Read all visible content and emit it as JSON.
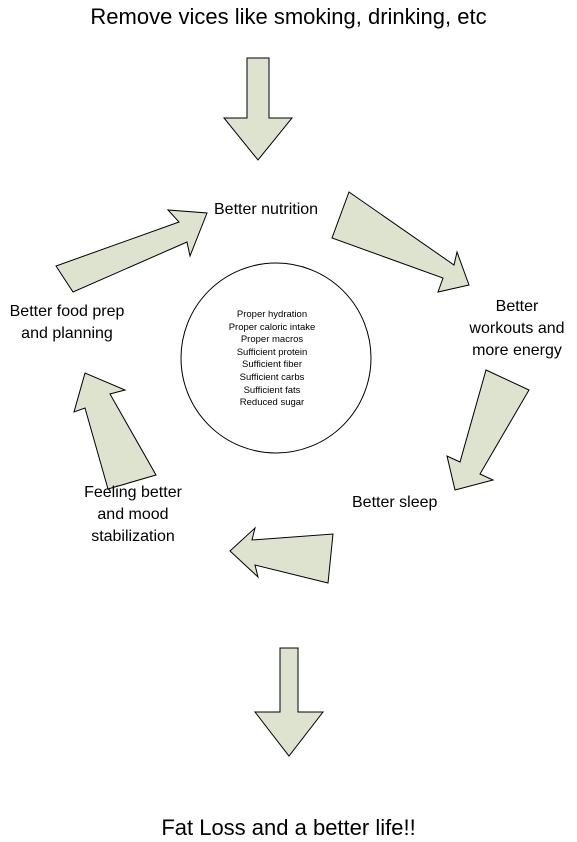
{
  "top_text": "Remove vices like smoking, drinking, etc",
  "bottom_text": "Fat Loss and a better life!!",
  "cycle": {
    "better_nutrition": "Better nutrition",
    "better_workouts": [
      "Better",
      "workouts and",
      "more energy"
    ],
    "better_sleep": "Better sleep",
    "feeling_better": [
      "Feeling better",
      "and mood",
      "stabilization"
    ],
    "better_food_prep": [
      "Better food prep",
      "and planning"
    ]
  },
  "center_items": [
    "Proper hydration",
    "Proper caloric intake",
    "Proper macros",
    "Sufficient protein",
    "Sufficient fiber",
    "Sufficient carbs",
    "Sufficient fats",
    "Reduced sugar"
  ],
  "colors": {
    "arrow_fill": "#dde3cf",
    "outline": "#000000",
    "background": "#ffffff"
  }
}
